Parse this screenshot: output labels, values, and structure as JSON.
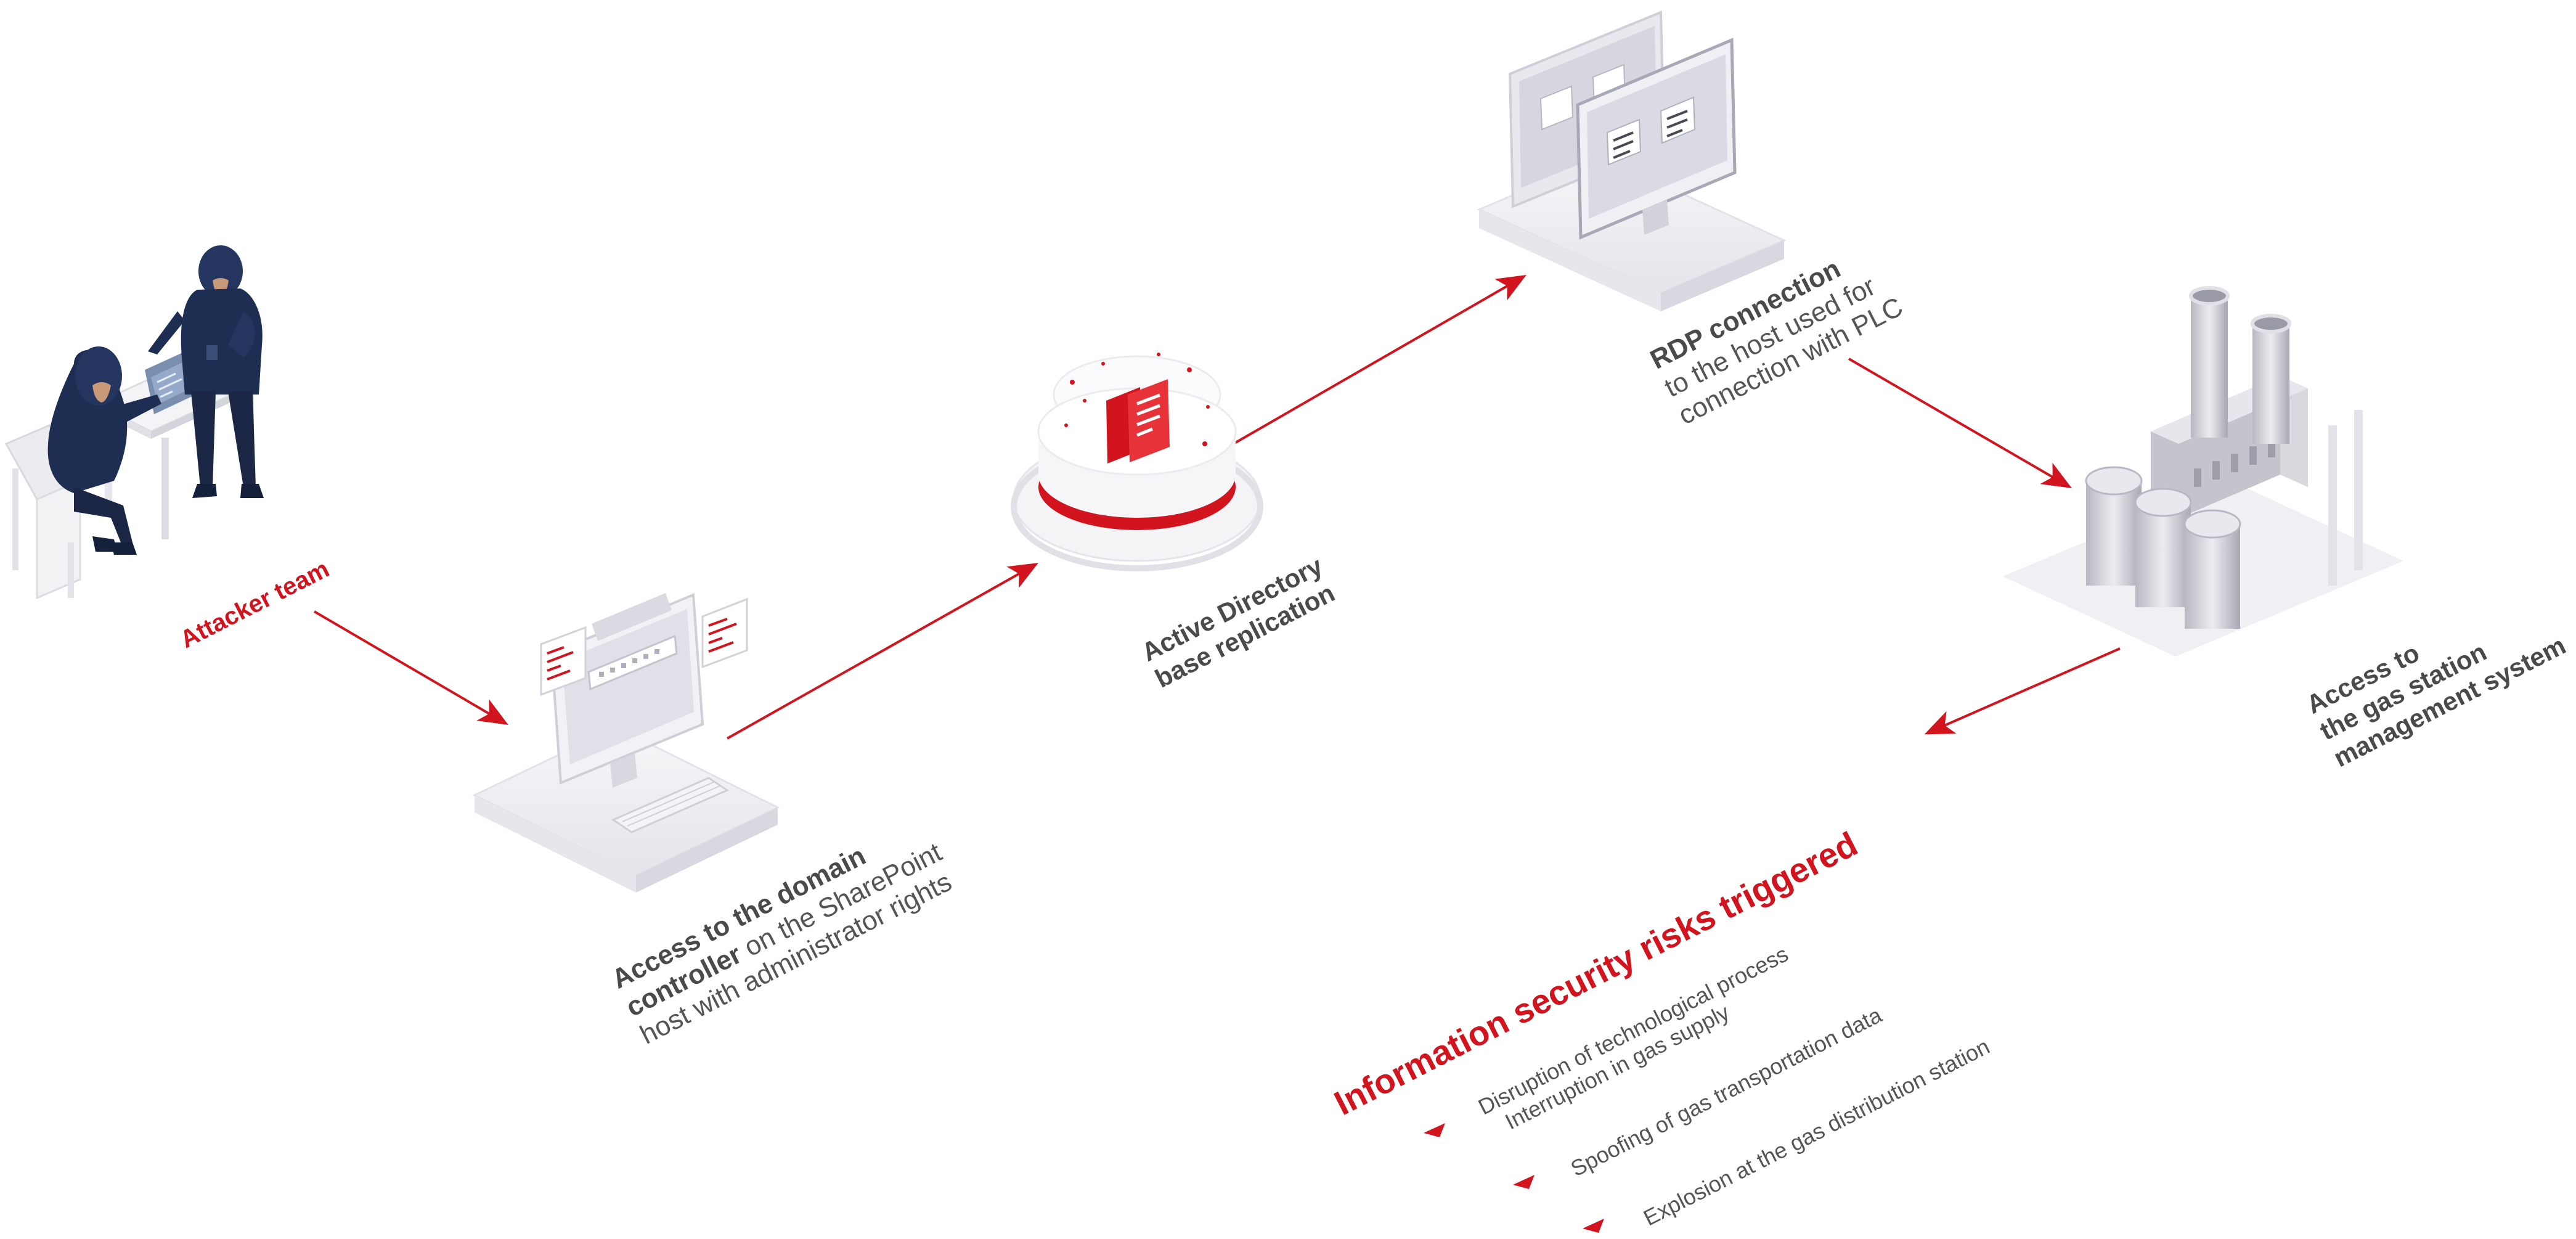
{
  "colors": {
    "accent": "#d2141e",
    "text_dark": "#4a4a4a",
    "text_light": "#555555",
    "platform": "#ececf0",
    "hood": "#1e2d52"
  },
  "nodes": {
    "attacker": {
      "label": "Attacker team"
    },
    "domain_controller": {
      "bold": "Access to the domain controller",
      "rest_line1": " on the SharePoint",
      "line2": "host with administrator rights",
      "bold_line1": "Access to the domain",
      "bold_line2": "controller"
    },
    "ad_replication": {
      "line1": "Active Directory",
      "line2": "base replication"
    },
    "rdp": {
      "bold": "RDP connection",
      "line2": "to the host  used for",
      "line3": "connection with PLC"
    },
    "gas_station": {
      "line1": "Access to",
      "line2": "the gas station",
      "line3": "management system"
    }
  },
  "risks": {
    "title": "Information security risks triggered",
    "items": [
      {
        "line1": "Disruption of technological process",
        "line2": "Interruption in gas supply"
      },
      {
        "line1": "Spoofing of gas transportation data"
      },
      {
        "line1": "Explosion at the gas distribution station"
      }
    ]
  },
  "icons": [
    "attacker-team-illustration",
    "domain-controller-computer-icon",
    "active-directory-database-icon",
    "rdp-monitors-icon",
    "gas-plant-icon"
  ]
}
